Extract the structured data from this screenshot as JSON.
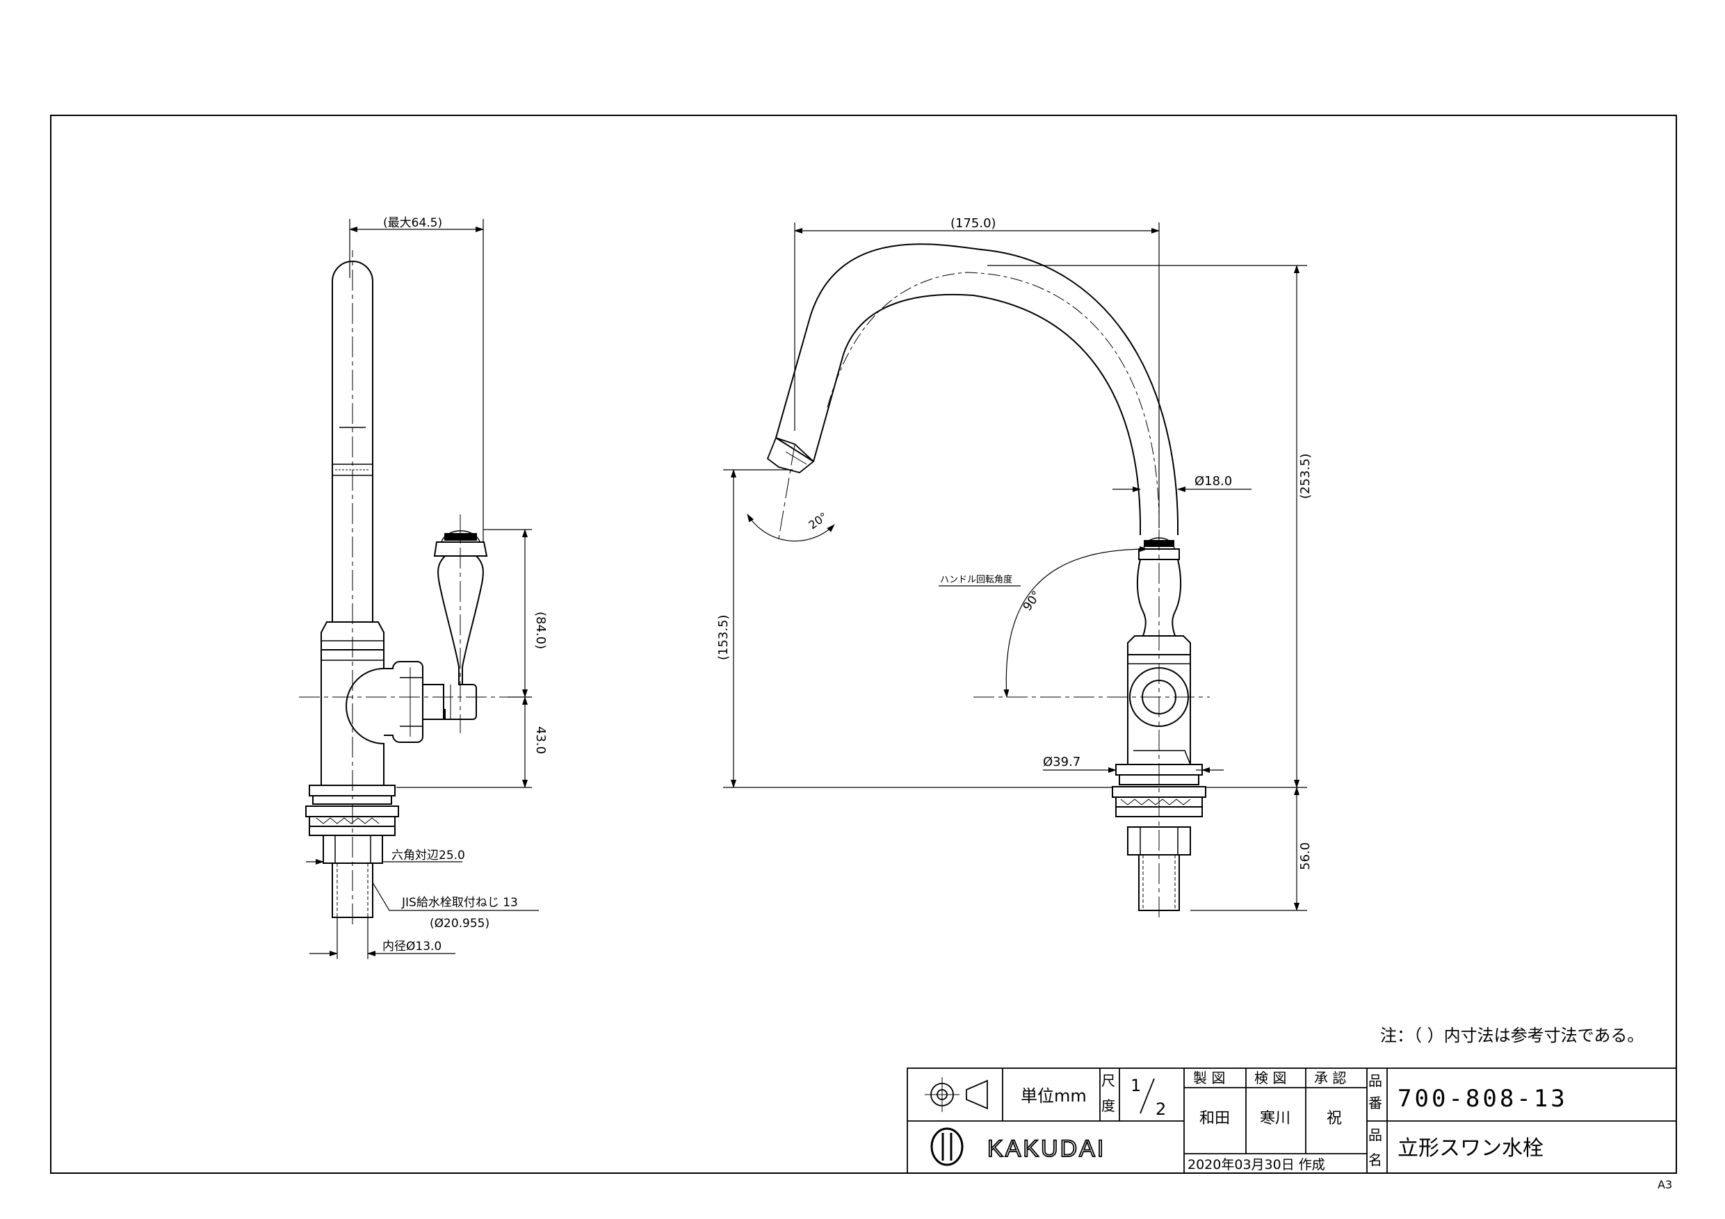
{
  "drawing": {
    "side_view": {
      "dim_max_width": "(最大64.5)",
      "dim_handle_height": "(84.0)",
      "dim_body_height": "43.0",
      "hex_label": "六角対辺25.0",
      "thread_label": "JIS給水栓取付ねじ 13",
      "thread_sub": "(Ø20.955)",
      "inner_diameter": "内径Ø13.0"
    },
    "front_view": {
      "dim_reach": "(175.0)",
      "dim_spout_diameter": "Ø18.0",
      "dim_total_height": "(253.5)",
      "dim_spout_height": "(153.5)",
      "dim_base_diameter": "Ø39.7",
      "dim_shank": "56.0",
      "angle_spout": "20°",
      "angle_handle": "90°",
      "handle_rotation_label": "ハンドル回転角度"
    },
    "note": "注：（ ）内寸法は参考寸法である。",
    "paper_size": "A3"
  },
  "title_block": {
    "unit_label": "単位mm",
    "scale_label": "尺度",
    "scale_num": "1",
    "scale_den": "2",
    "made_label": "製 図",
    "checked_label": "検 図",
    "approved_label": "承 認",
    "made_by": "和田",
    "checked_by": "寒川",
    "approved_by": "祝",
    "part_no_label": "品番",
    "part_no": "700-808-13",
    "part_name_label": "品名",
    "part_name": "立形スワン水栓",
    "date": "2020年03月30日 作成",
    "brand": "KAKUDAI"
  }
}
